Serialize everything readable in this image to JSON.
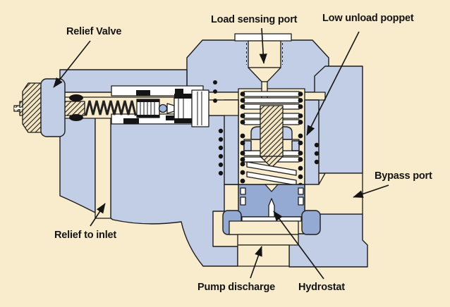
{
  "diagram": {
    "labels": {
      "relief_valve": "Relief Valve",
      "load_sensing_port": "Load sensing port",
      "low_unload_poppet": "Low unload poppet",
      "bypass_port": "Bypass port",
      "relief_to_inlet": "Relief to inlet",
      "pump_discharge": "Pump discharge",
      "hydrostat": "Hydrostat"
    },
    "colors": {
      "background": "#F8ECCD",
      "housing_blue": "#C2CDE6",
      "hydrostat_blue": "#94AAD3",
      "ball_blue": "#9FB6DC",
      "outline": "#1C1C1C"
    }
  }
}
